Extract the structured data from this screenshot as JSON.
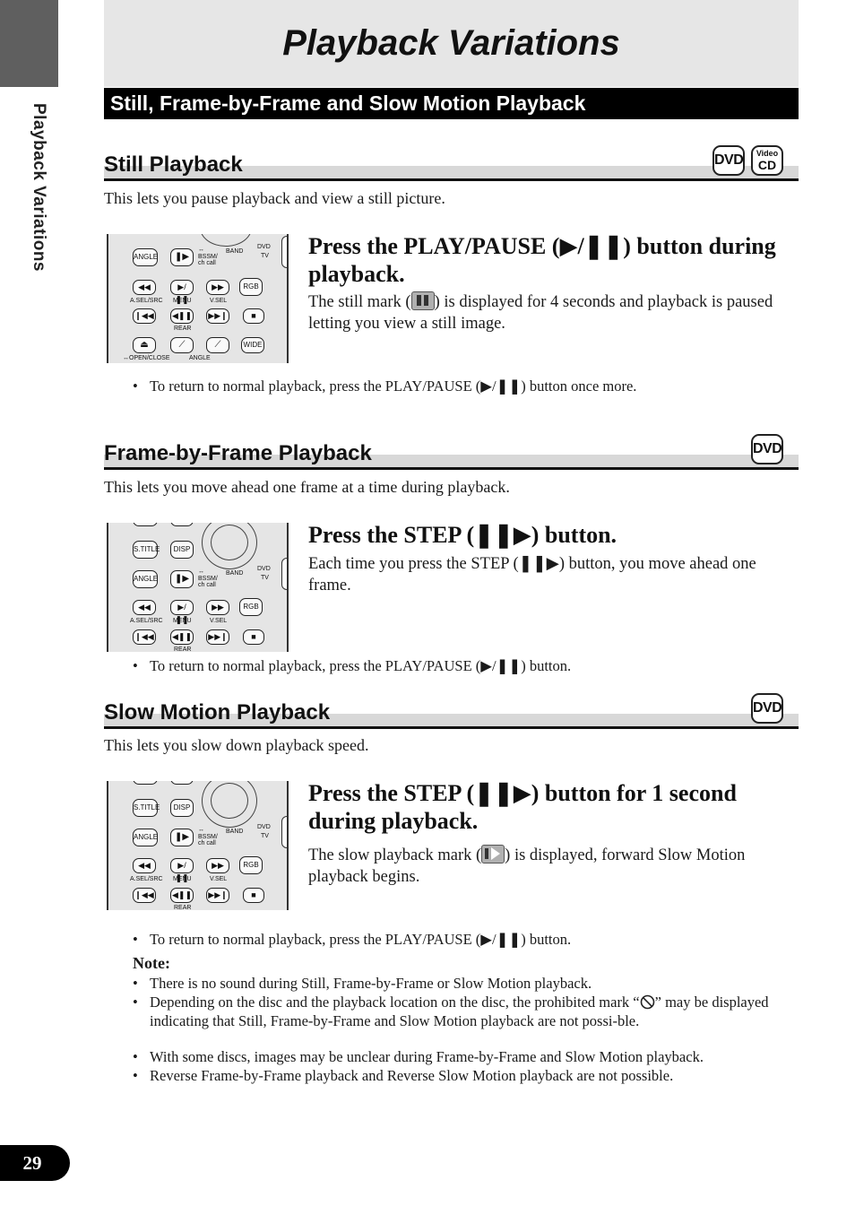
{
  "sidebar": {
    "label": "Playback Variations"
  },
  "header": {
    "title": "Playback Variations",
    "section": "Still, Frame-by-Frame and Slow Motion Playback"
  },
  "logos": {
    "dvd": "DVD",
    "vcd_top": "Video",
    "vcd_bottom": "CD"
  },
  "still": {
    "heading": "Still Playback",
    "intro": "This lets you pause playback and view a still picture.",
    "step_title": "Press the PLAY/PAUSE (▶/❚❚) button during playback.",
    "step_body_before": "The still mark (",
    "step_body_after": ") is displayed for 4 seconds and playback is paused letting you view a still image.",
    "bullet": "To return to normal playback, press the PLAY/PAUSE (▶/❚❚) button once more."
  },
  "frame": {
    "heading": "Frame-by-Frame Playback",
    "intro": "This lets you move ahead one frame at a time during playback.",
    "step_title": "Press the STEP (❚❚▶)  button.",
    "step_body": "Each time you press the STEP (❚❚▶) button, you move ahead one frame.",
    "bullet": "To return to normal playback, press the PLAY/PAUSE (▶/❚❚) button."
  },
  "slow": {
    "heading": "Slow Motion Playback",
    "intro": "This lets you slow down playback speed.",
    "step_title": "Press the STEP (❚❚▶) button for 1 second during playback.",
    "step_body_before": "The slow playback mark (",
    "step_body_after": ") is displayed, forward Slow Motion playback begins.",
    "bullet": "To return to normal playback, press the PLAY/PAUSE (▶/❚❚) button."
  },
  "note": {
    "title": "Note:",
    "items": [
      "There is no sound during Still, Frame-by-Frame or Slow Motion playback.",
      "Depending on the disc and the playback location on the disc, the prohibited mark “",
      "” may be displayed indicating that Still, Frame-by-Frame and Slow Motion playback are not possi-ble.",
      "With some discs, images may be unclear during Frame-by-Frame and Slow Motion playback.",
      "Reverse Frame-by-Frame playback and Reverse Slow Motion playback are not possible."
    ]
  },
  "remote": {
    "angle": "ANGLE",
    "stitle": "S.TITLE",
    "disp": "DISP",
    "band": "BAND",
    "bssm": "BSSM/",
    "chcall": "ch call",
    "dvd": "DVD",
    "tv": "TV",
    "asel": "A.SEL/SRC",
    "menu": "MENU",
    "vsel": "V.SEL",
    "rgb": "RGB",
    "rear": "REAR",
    "wide": "WIDE",
    "open": "↔OPEN/CLOSE"
  },
  "page_number": "29"
}
